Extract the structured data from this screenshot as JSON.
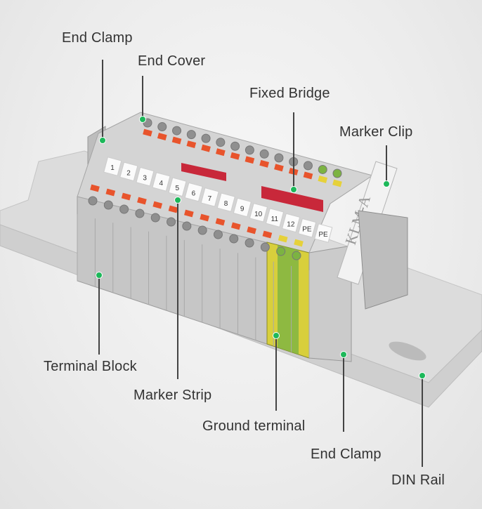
{
  "labels": {
    "end_clamp_top": "End Clamp",
    "end_cover": "End Cover",
    "fixed_bridge": "Fixed Bridge",
    "marker_clip": "Marker Clip",
    "terminal_block": "Terminal Block",
    "marker_strip": "Marker Strip",
    "ground_terminal": "Ground terminal",
    "end_clamp_bottom": "End Clamp",
    "din_rail": "DIN Rail"
  },
  "product": {
    "markers": [
      "1",
      "2",
      "3",
      "4",
      "5",
      "6",
      "7",
      "8",
      "9",
      "10",
      "11",
      "12",
      "PE",
      "PE"
    ],
    "marker_clip_text": "KLM-A"
  },
  "colors": {
    "dot": "#1db85a",
    "lever": "#e8542c",
    "housing": "#c9c9c9",
    "ground_green": "#7cb342",
    "ground_yellow": "#e6d13a",
    "bridge": "#c8283a"
  }
}
